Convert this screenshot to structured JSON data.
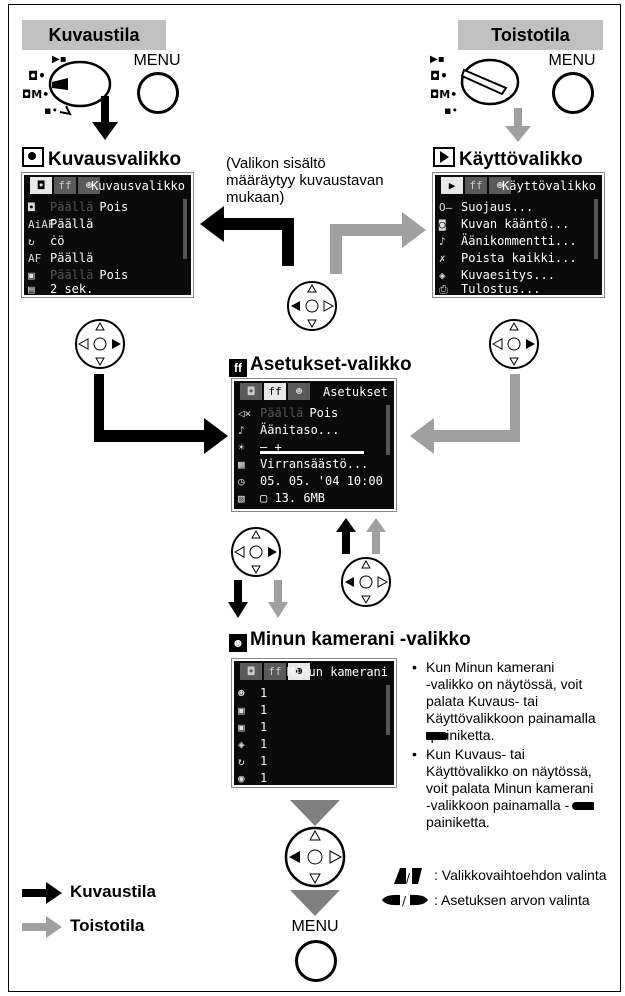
{
  "mode_headers": {
    "shooting": "Kuvaustila",
    "playback": "Toistotila"
  },
  "menu_button": "MENU",
  "sections": {
    "shooting_menu": "Kuvausvalikko",
    "play_menu": "Käyttövalikko",
    "setup_menu": "Asetukset-valikko",
    "mycamera_menu": "Minun kamerani -valikko"
  },
  "note": [
    "(Valikon sisältö",
    "määräytyy kuvaustavan",
    "mukaan)"
  ],
  "shooting_screen": {
    "header": "Kuvausvalikko",
    "rows": [
      {
        "icon": "◘",
        "dim": "Päällä",
        "value": "Pois"
      },
      {
        "icon": "AiAF",
        "dim": "",
        "value": "Päällä"
      },
      {
        "icon": "↻",
        "dim": "",
        "value": "ċö"
      },
      {
        "icon": "AF",
        "dim": "",
        "value": "Päällä"
      },
      {
        "icon": "▣",
        "dim": "Päällä",
        "value": "Pois"
      },
      {
        "icon": "▤",
        "dim": "",
        "value": "2 sek."
      }
    ]
  },
  "play_screen": {
    "header": "Käyttövalikko",
    "rows": [
      {
        "icon": "O‒",
        "value": "Suojaus..."
      },
      {
        "icon": "◙",
        "value": "Kuvan kääntö..."
      },
      {
        "icon": "♪",
        "value": "Äänikommentti..."
      },
      {
        "icon": "✗",
        "value": "Poista kaikki..."
      },
      {
        "icon": "◈",
        "value": "Kuvaesitys..."
      },
      {
        "icon": "⎙",
        "value": "Tulostus..."
      }
    ]
  },
  "setup_screen": {
    "header": "Asetukset",
    "rows": [
      {
        "icon": "◁×",
        "dim": "Päällä",
        "value": "Pois"
      },
      {
        "icon": "♪",
        "dim": "",
        "value": "Äänitaso..."
      },
      {
        "icon": "☀",
        "dim": "",
        "value": "‒          +"
      },
      {
        "icon": "▦",
        "dim": "",
        "value": "Virransäästö..."
      },
      {
        "icon": "◷",
        "dim": "",
        "value": "05. 05. '04 10:00"
      },
      {
        "icon": "▧",
        "dim": "",
        "value": "▢ 13. 6MB"
      }
    ]
  },
  "mycamera_screen": {
    "header": "Minun kamerani",
    "rows": [
      {
        "icon": "☻",
        "value": "1"
      },
      {
        "icon": "▣",
        "value": "1"
      },
      {
        "icon": "▣",
        "value": "1"
      },
      {
        "icon": "◈",
        "value": "1"
      },
      {
        "icon": "↻",
        "value": "1"
      },
      {
        "icon": "◉",
        "value": "1"
      }
    ]
  },
  "bullets": [
    [
      "Kun Minun kamerani",
      "-valikko on näytössä, voit",
      "palata Kuvaus- tai",
      "Käyttövalikkoon painamalla",
      "     -painiketta."
    ],
    [
      "Kun Kuvaus- tai",
      "Käyttövalikko on näytössä,",
      "voit palata Minun kamerani",
      "-valikkoon painamalla       -",
      "painiketta."
    ]
  ],
  "keys": {
    "updown": ": Valikkovaihtoehdon valinta",
    "leftright": ": Asetuksen arvon valinta"
  },
  "legend": {
    "shooting": "Kuvaustila",
    "playback": "Toistotila"
  },
  "colors": {
    "shooting_arrow": "#000000",
    "playback_arrow": "#a0a0a0",
    "header_bg": "#c0c0c0"
  }
}
